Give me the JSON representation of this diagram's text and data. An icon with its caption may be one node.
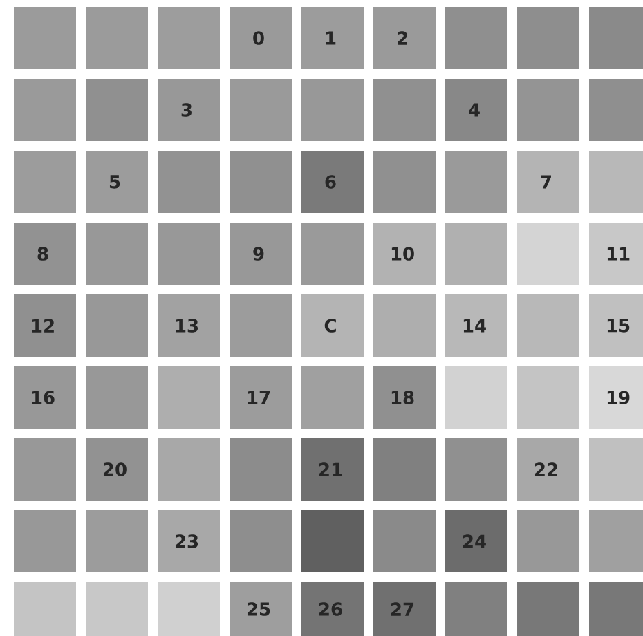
{
  "diagram": {
    "labels": [
      "0",
      "1",
      "2",
      "3",
      "4",
      "5",
      "6",
      "7",
      "8",
      "9",
      "10",
      "11",
      "12",
      "13",
      "C",
      "14",
      "15",
      "16",
      "17",
      "18",
      "19",
      "20",
      "21",
      "22",
      "23",
      "24",
      "25",
      "26",
      "27"
    ]
  }
}
